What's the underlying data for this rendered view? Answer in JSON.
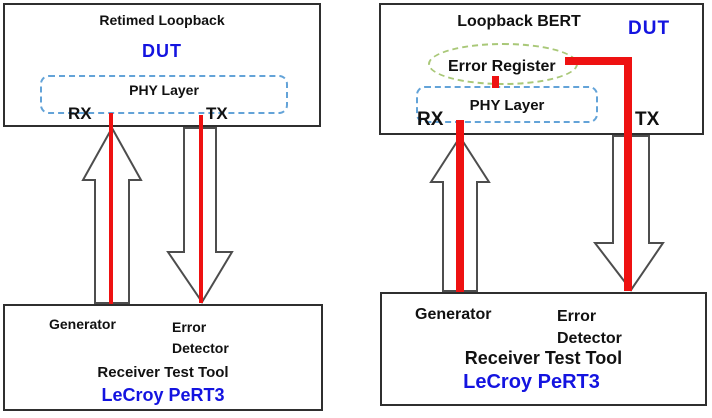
{
  "colors": {
    "signal_red": "#ee1111",
    "brand_blue": "#1414e0",
    "phy_dash_blue": "#63a3d8",
    "register_dash_green": "#a9c878",
    "box_border": "#2f2f2f",
    "arrow_outline": "#4d4d4d"
  },
  "left": {
    "dut_box": {
      "title": "Retimed Loopback",
      "name": "DUT",
      "phy": "PHY Layer",
      "rx": "RX",
      "tx": "TX"
    },
    "tester": {
      "generator": "Generator",
      "error_line1": "Error",
      "error_line2": "Detector",
      "tool": "Receiver Test Tool",
      "brand": "LeCroy PeRT3"
    }
  },
  "right": {
    "dut_box": {
      "title": "Loopback BERT",
      "name": "DUT",
      "error_register": "Error Register",
      "phy": "PHY Layer",
      "rx": "RX",
      "tx": "TX"
    },
    "tester": {
      "generator": "Generator",
      "error_line1": "Error",
      "error_line2": "Detector",
      "tool": "Receiver Test Tool",
      "brand": "LeCroy PeRT3"
    }
  }
}
